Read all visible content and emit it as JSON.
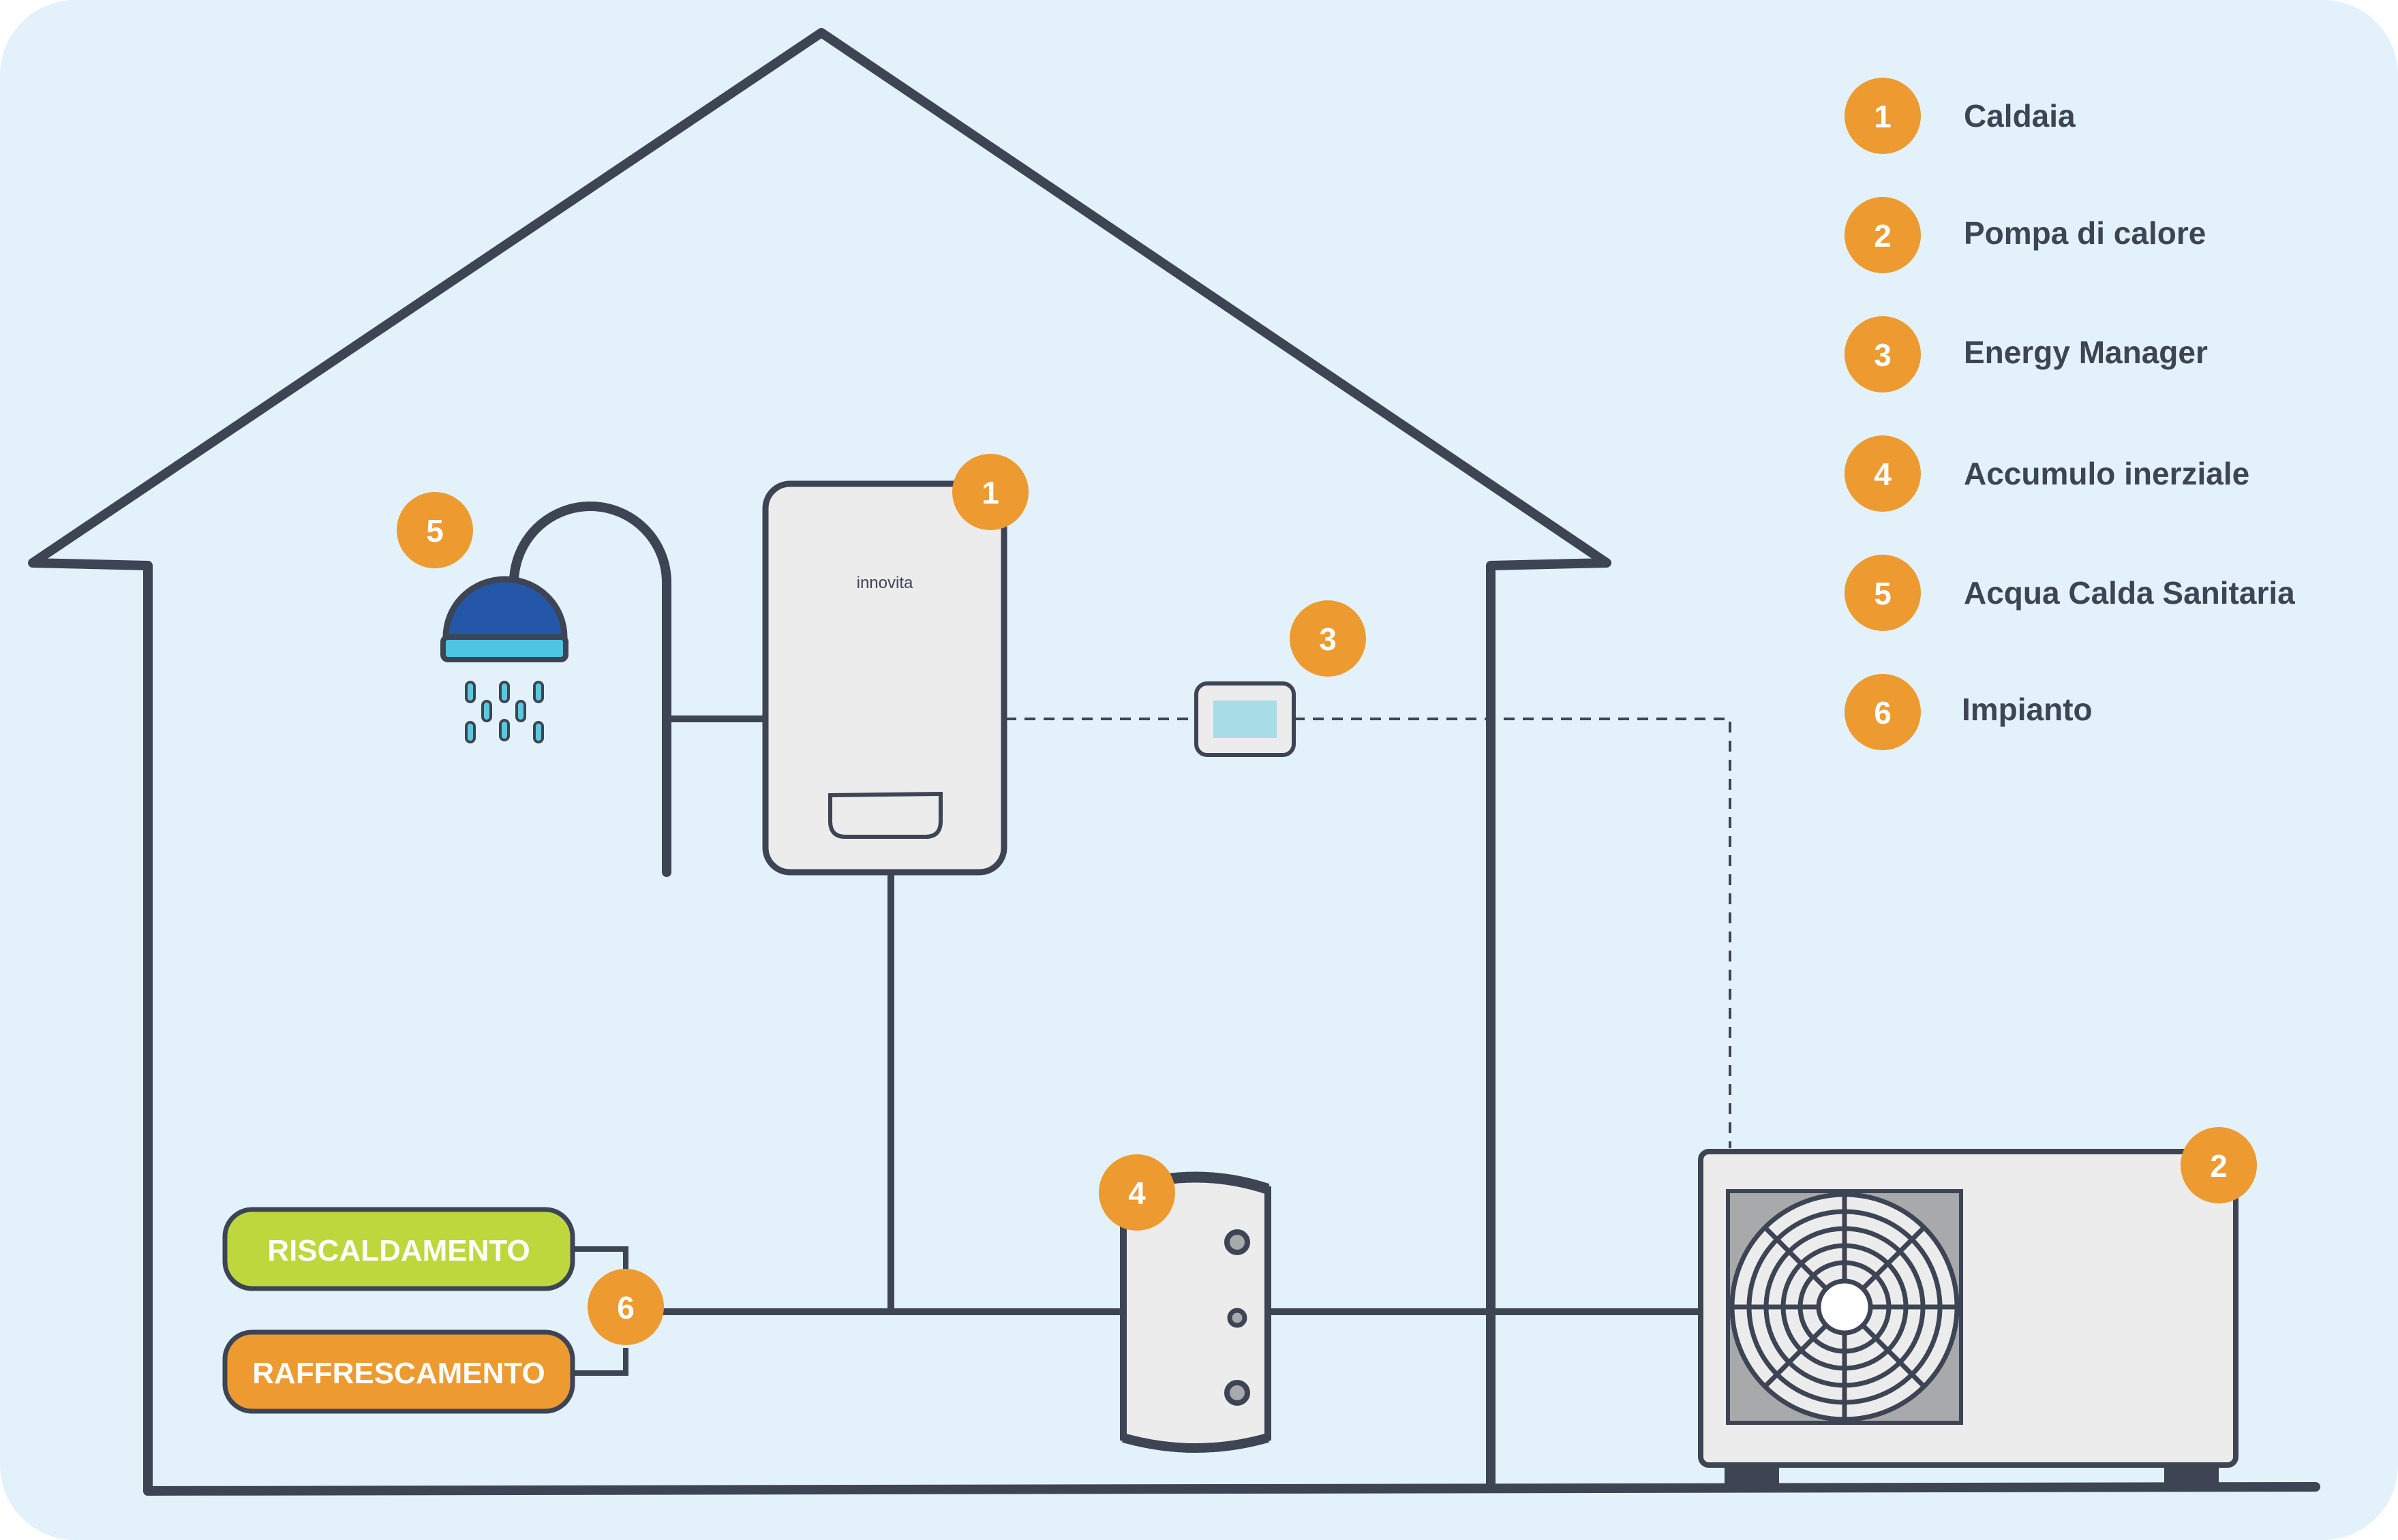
{
  "colors": {
    "background": "#e3f2fa",
    "line": "#3d4454",
    "badge": "#ed9a30",
    "heating_pill": "#bed73c",
    "cooling_pill": "#ed9a30",
    "shower_head": "#2557a8",
    "shower_ring": "#4cc6e2",
    "water_drop": "#5cc8df",
    "boiler_fill": "#ececec",
    "display_screen": "#a8dde7",
    "fan_panel": "#a7a9ab"
  },
  "legend": [
    {
      "num": "1",
      "label": "Caldaia"
    },
    {
      "num": "2",
      "label": "Pompa di calore"
    },
    {
      "num": "3",
      "label": "Energy Manager"
    },
    {
      "num": "4",
      "label": "Accumulo inerziale"
    },
    {
      "num": "5",
      "label": "Acqua Calda Sanitaria"
    },
    {
      "num": "6",
      "label": "Impianto"
    }
  ],
  "components": {
    "boiler": {
      "badge": "1",
      "brand": "innovita"
    },
    "heat_pump": {
      "badge": "2"
    },
    "energy_manager": {
      "badge": "3"
    },
    "buffer_tank": {
      "badge": "4"
    },
    "shower": {
      "badge": "5"
    },
    "system": {
      "badge": "6",
      "heating_label": "RISCALDAMENTO",
      "cooling_label": "RAFFRESCAMENTO"
    }
  }
}
